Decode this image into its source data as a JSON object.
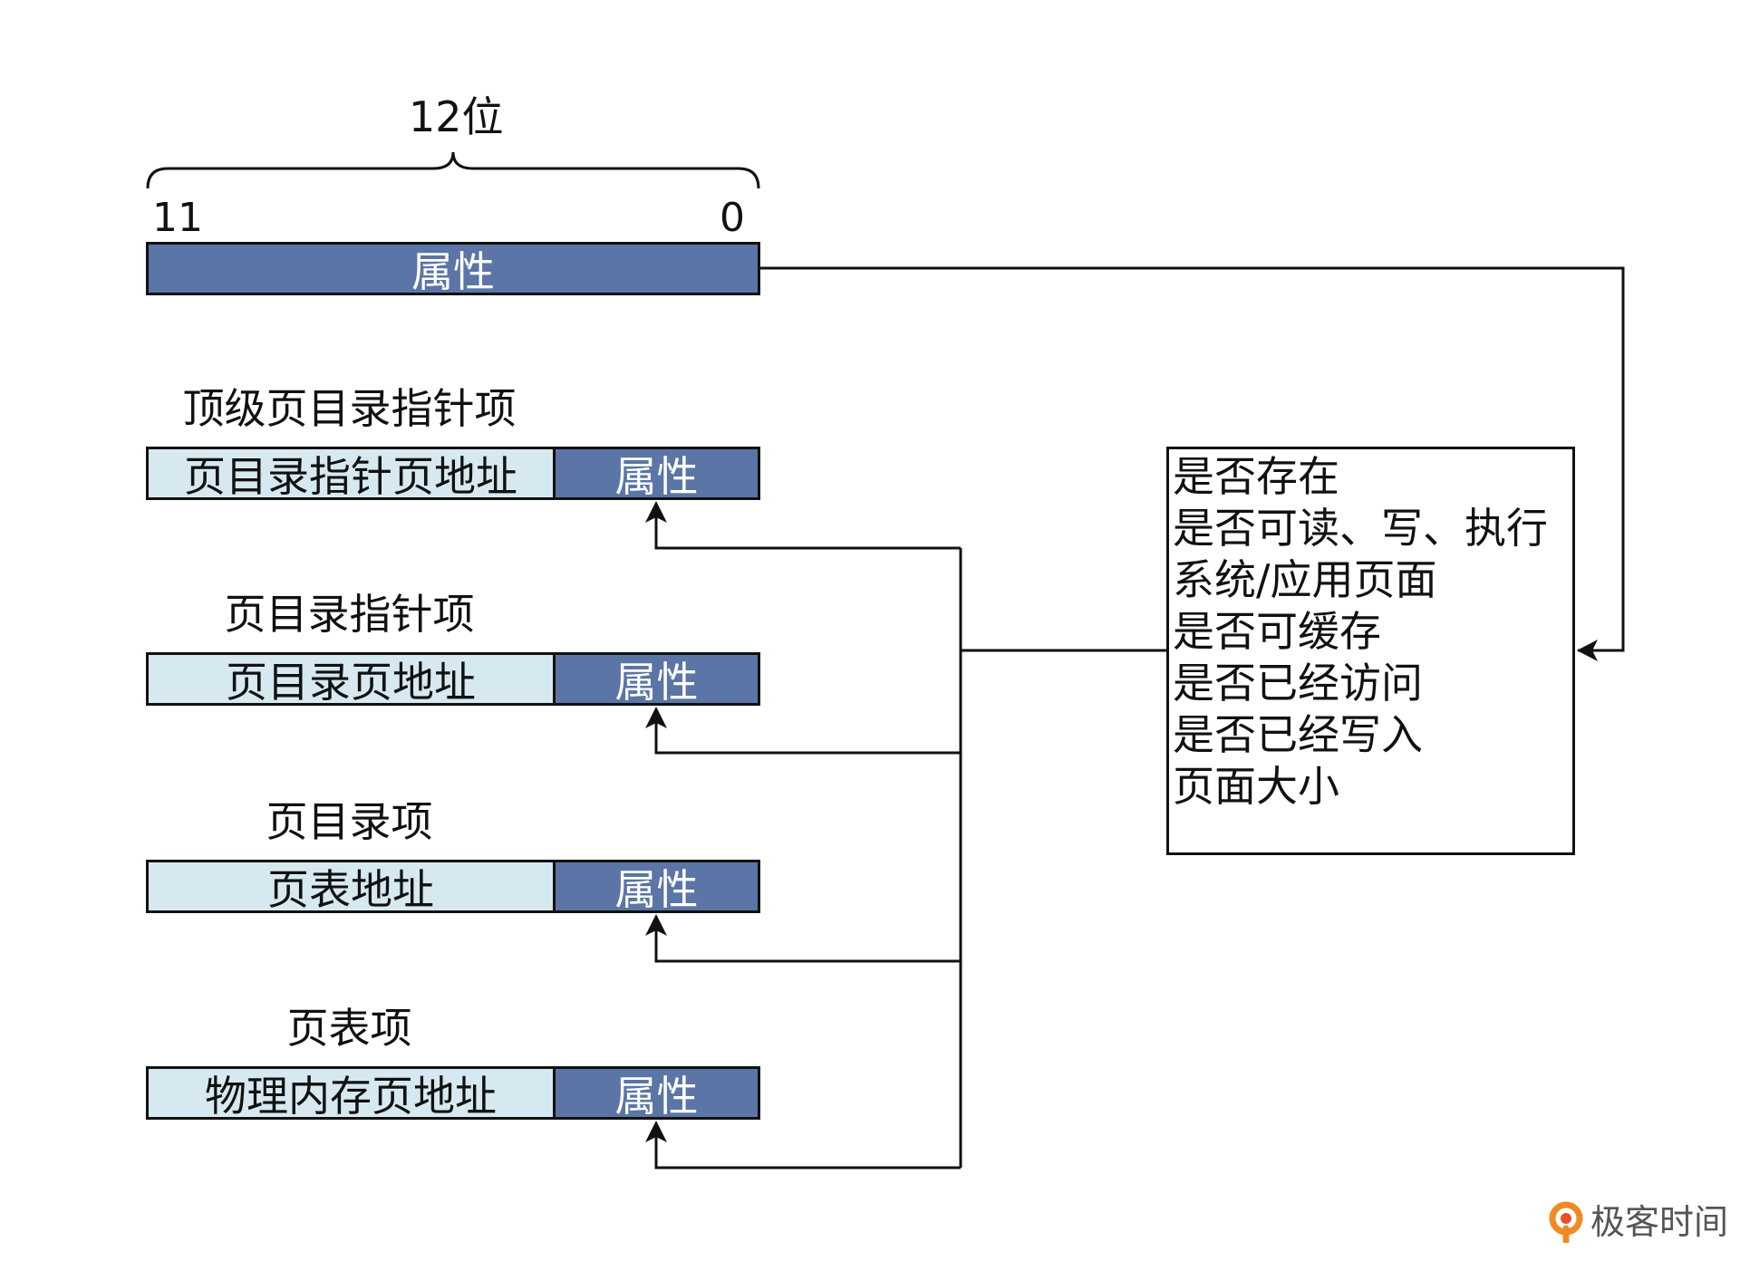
{
  "header": {
    "bit_width_label": "12位",
    "bit_high": "11",
    "bit_low": "0",
    "attribute_label": "属性"
  },
  "entries": [
    {
      "title": "顶级页目录指针项",
      "address_label": "页目录指针页地址",
      "attribute_label": "属性"
    },
    {
      "title": "页目录指针项",
      "address_label": "页目录页地址",
      "attribute_label": "属性"
    },
    {
      "title": "页目录项",
      "address_label": "页表地址",
      "attribute_label": "属性"
    },
    {
      "title": "页表项",
      "address_label": "物理内存页地址",
      "attribute_label": "属性"
    }
  ],
  "attribute_details": [
    "是否存在",
    "是否可读、写、执行",
    "系统/应用页面",
    "是否可缓存",
    "是否已经访问",
    "是否已经写入",
    "页面大小"
  ],
  "colors": {
    "attribute_fill": "#5a75a6",
    "address_fill": "#d6e9f1",
    "stroke": "#111111",
    "brand_orange": "#f08a24"
  },
  "watermark": {
    "text": "极客时间",
    "icon": "geektime-logo-icon"
  }
}
